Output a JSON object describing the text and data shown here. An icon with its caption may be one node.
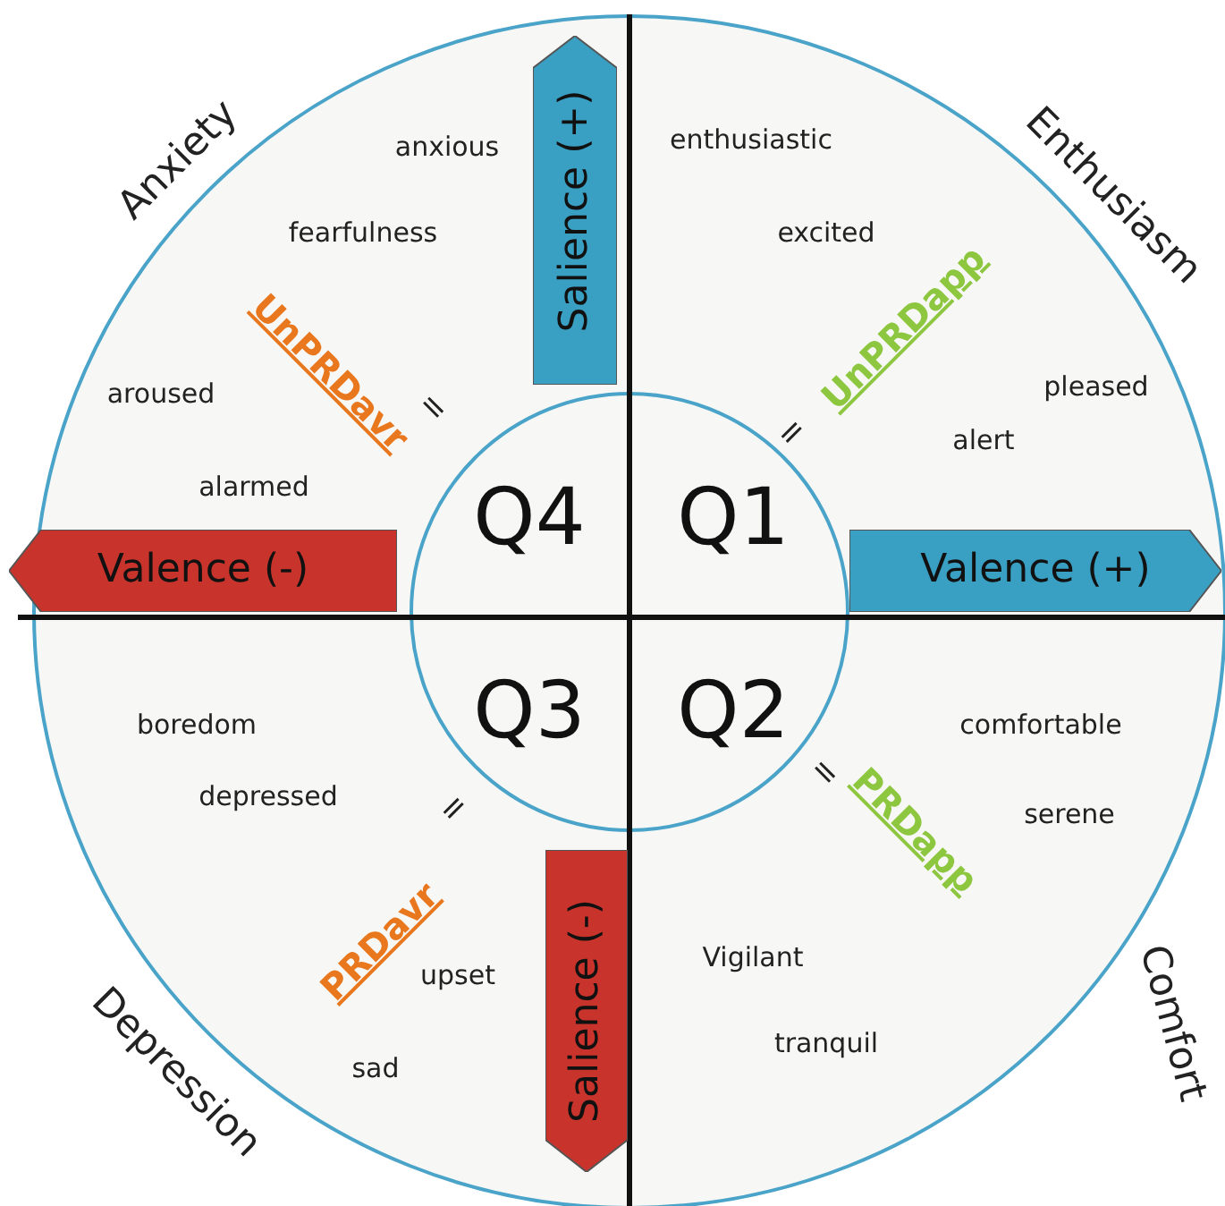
{
  "diagram": {
    "nodes": [
      {
        "text": [
          "Salience (+)"
        ]
      },
      {
        "text": [
          "Valence (+)"
        ]
      },
      {
        "text": [
          "Valence (-)"
        ]
      },
      {
        "text": [
          "Salience (-)"
        ]
      }
    ],
    "labels": [
      "Anxiety",
      "Enthusiasm",
      "anxious",
      "enthusiastic",
      "fearfulness",
      "excited",
      "UnPRDavr",
      "UnPRDapp",
      "aroused",
      "pleased",
      "=",
      "=",
      "alert",
      "alarmed",
      "Q4",
      "Q1",
      "Q3",
      "Q2",
      "boredom",
      "comfortable",
      "depressed",
      "=",
      "=",
      "serene",
      "PRDavr",
      "PRDapp",
      "Vigilant",
      "upset",
      "tranquil",
      "sad",
      "Depression",
      "Comfort"
    ]
  }
}
